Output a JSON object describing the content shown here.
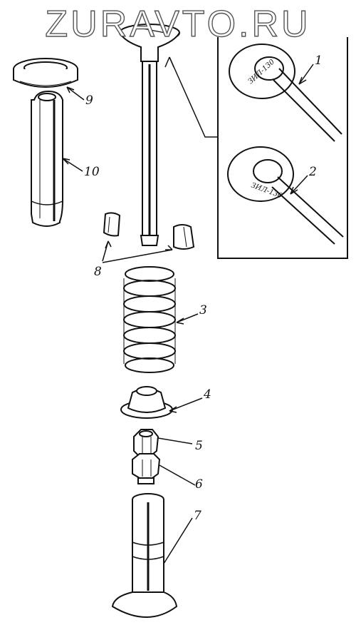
{
  "watermark": "ZURAVTO.RU",
  "callouts": {
    "c1": "1",
    "c2": "2",
    "c3": "3",
    "c4": "4",
    "c5": "5",
    "c6": "6",
    "c7": "7",
    "c8": "8",
    "c9": "9",
    "c10": "10"
  },
  "inset": {
    "upper_stamp": "ЗИЛ-130",
    "lower_stamp": "ЗИЛ-130"
  },
  "colors": {
    "ink": "#111111",
    "paper": "#ffffff"
  }
}
